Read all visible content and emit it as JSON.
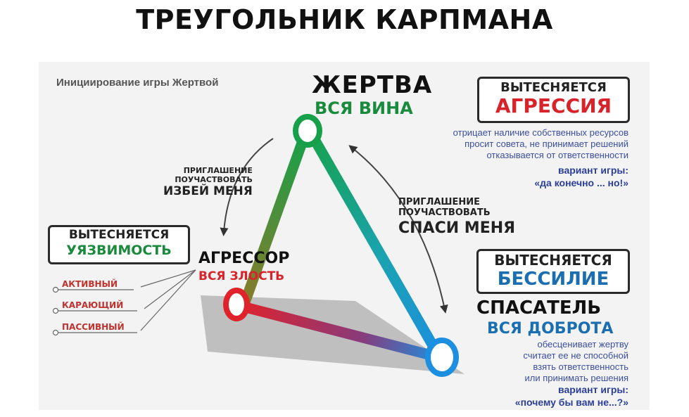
{
  "title": "ТРЕУГОЛЬНИК КАРПМАНА",
  "initiation_note": "Инициирование игры Жертвой",
  "victim": {
    "name": "ЖЕРТВА",
    "tagline": "ВСЯ ВИНА",
    "suppressed": {
      "prefix": "ВЫТЕСНЯЕТСЯ",
      "feeling": "АГРЕССИЯ"
    },
    "description": [
      "отрицает наличие собственных ресурсов",
      "просит совета, не принимает решений",
      "отказывается от ответственности"
    ],
    "variant_label": "вариант игры:",
    "variant_text": "«да конечно ... но!»"
  },
  "aggressor": {
    "name": "АГРЕССОР",
    "tagline": "ВСЯ ЗЛОСТЬ",
    "suppressed": {
      "prefix": "ВЫТЕСНЯЕТСЯ",
      "feeling": "УЯЗВИМОСТЬ"
    },
    "types": [
      "АКТИВНЫЙ",
      "КАРАЮЩИЙ",
      "ПАССИВНЫЙ"
    ]
  },
  "rescuer": {
    "name": "СПАСАТЕЛЬ",
    "tagline": "ВСЯ ДОБРОТА",
    "suppressed": {
      "prefix": "ВЫТЕСНЯЕТСЯ",
      "feeling": "БЕССИЛИЕ"
    },
    "description": [
      "обесценивает жертву",
      "считает ее не способной",
      "взять ответственность",
      "или принимать решения"
    ],
    "variant_label": "вариант игры:",
    "variant_text": "«почему бы вам не...?»"
  },
  "invitation_left": {
    "line1": "ПРИГЛАШЕНИЕ",
    "line2": "ПОУЧАСТВОВАТЬ",
    "action": "ИЗБЕЙ МЕНЯ"
  },
  "invitation_right": {
    "line1": "ПРИГЛАШЕНИЕ",
    "line2": "ПОУЧАСТВОВАТЬ",
    "action": "СПАСИ МЕНЯ"
  },
  "colors": {
    "victim": "#1a8a3c",
    "aggressor": "#d8232a",
    "rescuer": "#1d8fd8",
    "rescuer_text": "#1b6fb0",
    "shadow": "#b9b9b9"
  }
}
